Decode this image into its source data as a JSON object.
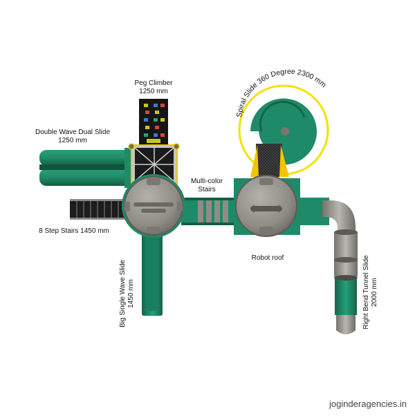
{
  "labels": {
    "peg_climber_name": "Peg Climber",
    "peg_climber_size": "1250 mm",
    "double_wave_name": "Double Wave Dual Slide",
    "double_wave_size": "1250 mm",
    "step_stairs": "8 Step Stairs 1450 mm",
    "big_single_name": "Big Single Wave Slide",
    "big_single_size": "1450 mm",
    "multicolor_line1": "Multi-color",
    "multicolor_line2": "Stairs",
    "robot_roof": "Robot roof",
    "spiral_slide": "Spiral Slide 360 Degree 2300 mm",
    "right_bend_name": "Right Bend Tunnel Slide",
    "right_bend_size": "2000 mm"
  },
  "watermark": "joginderagencies.in",
  "colors": {
    "slide_green": "#1f8a68",
    "slide_green_dark": "#146448",
    "roof_grey": "#8f8c86",
    "deck_black": "#1b1b1b",
    "spiral_ring": "#f2e200",
    "tunnel_grey": "#9a9894"
  }
}
